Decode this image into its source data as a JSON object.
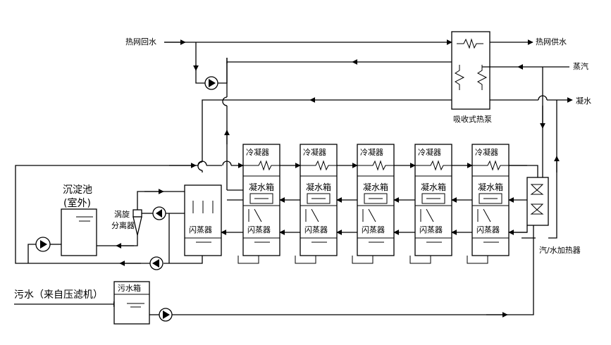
{
  "labels": {
    "hot_return": "热网回水",
    "hot_supply": "热网供水",
    "steam": "蒸汽",
    "condensate": "凝水",
    "heat_pump": "吸收式热泵",
    "settling_pond_l1": "沉淀池",
    "settling_pond_l2": "(室外)",
    "cyclone_l1": "涡旋",
    "cyclone_l2": "分离器",
    "heater": "汽/水加热器",
    "sewage_tank": "污水箱",
    "sewage_in": "污水（来自压滤机）",
    "condenser": "冷凝器",
    "water_tank": "凝水箱",
    "flash": "闪蒸器"
  },
  "colors": {
    "line": "#000000",
    "background": "#ffffff"
  }
}
